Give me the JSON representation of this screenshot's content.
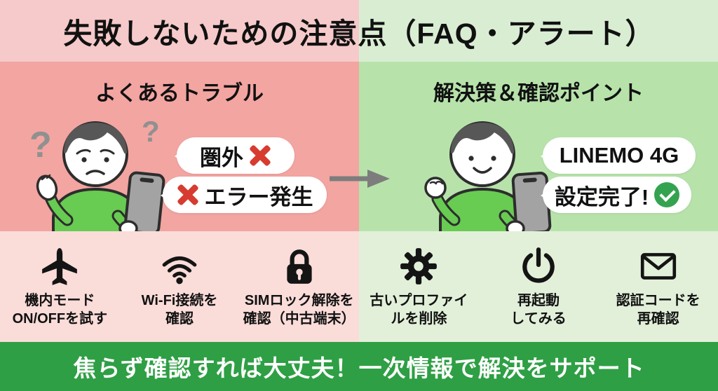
{
  "header": {
    "title": "失敗しないための注意点（FAQ・アラート）"
  },
  "panels": {
    "trouble": {
      "title": "よくあるトラブル",
      "bubble1_text": "圏外",
      "bubble2_text": "エラー発生",
      "tips": [
        {
          "icon": "airplane-icon",
          "line1": "機内モード",
          "line2": "ON/OFFを試す"
        },
        {
          "icon": "wifi-icon",
          "line1": "Wi-Fi接続を",
          "line2": "確認"
        },
        {
          "icon": "sim-lock-icon",
          "line1": "SIMロック解除を",
          "line2": "確認（中古端末）"
        }
      ]
    },
    "solution": {
      "title": "解決策＆確認ポイント",
      "bubble1_text": "LINEMO 4G",
      "bubble2_text": "設定完了!",
      "tips": [
        {
          "icon": "gear-icon",
          "line1": "古いプロファイ",
          "line2": "ルを削除"
        },
        {
          "icon": "power-icon",
          "line1": "再起動",
          "line2": "してみる"
        },
        {
          "icon": "mail-icon",
          "line1": "認証コードを",
          "line2": "再確認"
        }
      ]
    }
  },
  "footer": {
    "text": "焦らず確認すれば大丈夫！一次情報で解決をサポート"
  },
  "colors": {
    "header_pink": "#f6caca",
    "header_green": "#d9edd3",
    "panel_pink": "#f3a5a1",
    "panel_green": "#b7e3ab",
    "tips_pink": "#fadcd9",
    "tips_green": "#e2f0da",
    "footer_green": "#2e9f44",
    "error_red": "#d63c2f",
    "check_green": "#34a34f",
    "arrow_gray": "#7d7d7d",
    "shirt_green": "#68cb52"
  }
}
